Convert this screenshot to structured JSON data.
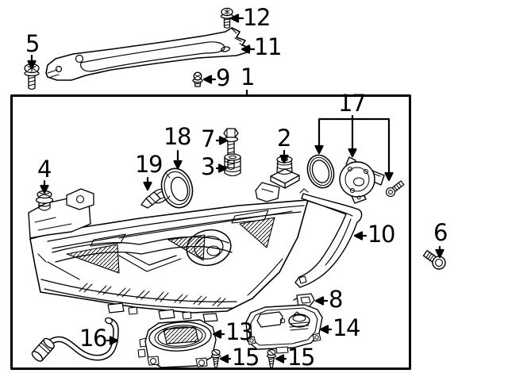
{
  "colors": {
    "line": "#000000",
    "background": "#ffffff"
  },
  "labels": {
    "p1": "1",
    "p2": "2",
    "p3": "3",
    "p4": "4",
    "p5": "5",
    "p6": "6",
    "p7": "7",
    "p8": "8",
    "p9": "9",
    "p10": "10",
    "p11": "11",
    "p12": "12",
    "p13": "13",
    "p14": "14",
    "p15a": "15",
    "p15b": "15",
    "p16": "16",
    "p17": "17",
    "p18": "18",
    "p19": "19"
  }
}
